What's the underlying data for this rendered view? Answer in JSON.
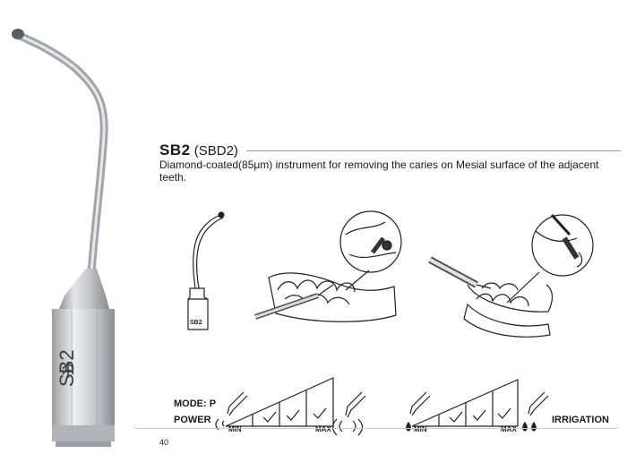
{
  "product": {
    "code": "SB2",
    "alt_code": "(SBD2)",
    "description": "Diamond-coated(85μm) instrument for removing the caries on Mesial surface of the adjacent teeth.",
    "tip_engraving": "SB2",
    "diagram_tip_label": "SB2"
  },
  "settings": {
    "mode_label": "MODE: P",
    "power_label": "POWER",
    "irrigation_label": "IRRIGATION",
    "power_min": "MIN",
    "power_max": "MAX",
    "irrigation_min": "MIN",
    "irrigation_max": "MAX",
    "power_checked_segments": 3,
    "irrigation_checked_segments": 3
  },
  "page_number": "40",
  "icons": [
    "scaler-tip-icon",
    "dental-arch-icon",
    "magnifier-icon",
    "checkmark-icon",
    "vibration-icon",
    "water-drop-icon"
  ]
}
